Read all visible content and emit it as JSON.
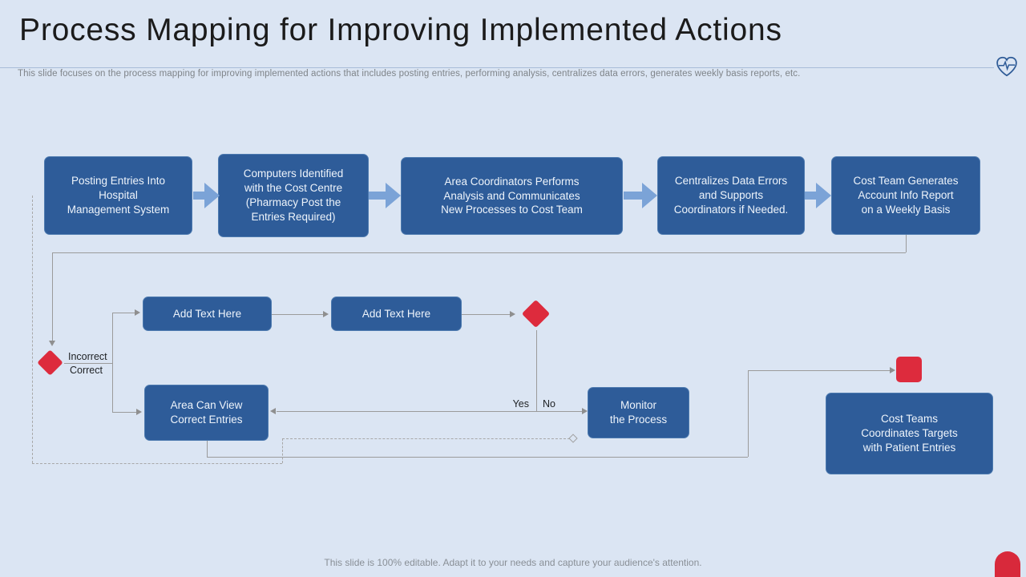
{
  "slide": {
    "title": "Process Mapping for Improving Implemented Actions",
    "subtitle": "This slide focuses on the process mapping for improving implemented actions that includes posting entries, performing analysis, centralizes data errors, generates weekly basis reports, etc.",
    "footer": "This slide is 100% editable. Adapt it to your needs and capture your audience's attention."
  },
  "flow": {
    "top_row": [
      {
        "label": "Posting Entries Into\nHospital\nManagement System"
      },
      {
        "label": "Computers Identified\nwith the Cost Centre\n(Pharmacy Post the\nEntries Required)"
      },
      {
        "label": "Area Coordinators Performs\nAnalysis and Communicates\nNew Processes to Cost Team"
      },
      {
        "label": "Centralizes Data Errors\nand Supports\nCoordinators if Needed."
      },
      {
        "label": "Cost Team  Generates\nAccount Info Report\non a Weekly Basis"
      }
    ],
    "placeholder_1": "Add Text Here",
    "placeholder_2": "Add Text Here",
    "decision_1": {
      "incorrect_label": "Incorrect",
      "correct_label": "Correct"
    },
    "decision_2": {
      "yes_label": "Yes",
      "no_label": "No"
    },
    "area_box": "Area Can View\nCorrect Entries",
    "monitor_box": "Monitor\nthe Process",
    "cost_teams_box": "Cost Teams\nCoordinates Targets\nwith Patient Entries"
  },
  "icons": {
    "header_icon": "heart-pulse-icon"
  },
  "colors": {
    "background": "#dbe5f3",
    "node_blue": "#2e5c99",
    "node_border": "#4d7aaf",
    "chevron_blue": "#7ba3d7",
    "accent_red": "#dd2b3d",
    "connector_gray": "#9b9b9b",
    "title_text": "#1b1b1b",
    "muted_text": "#7f8489"
  }
}
